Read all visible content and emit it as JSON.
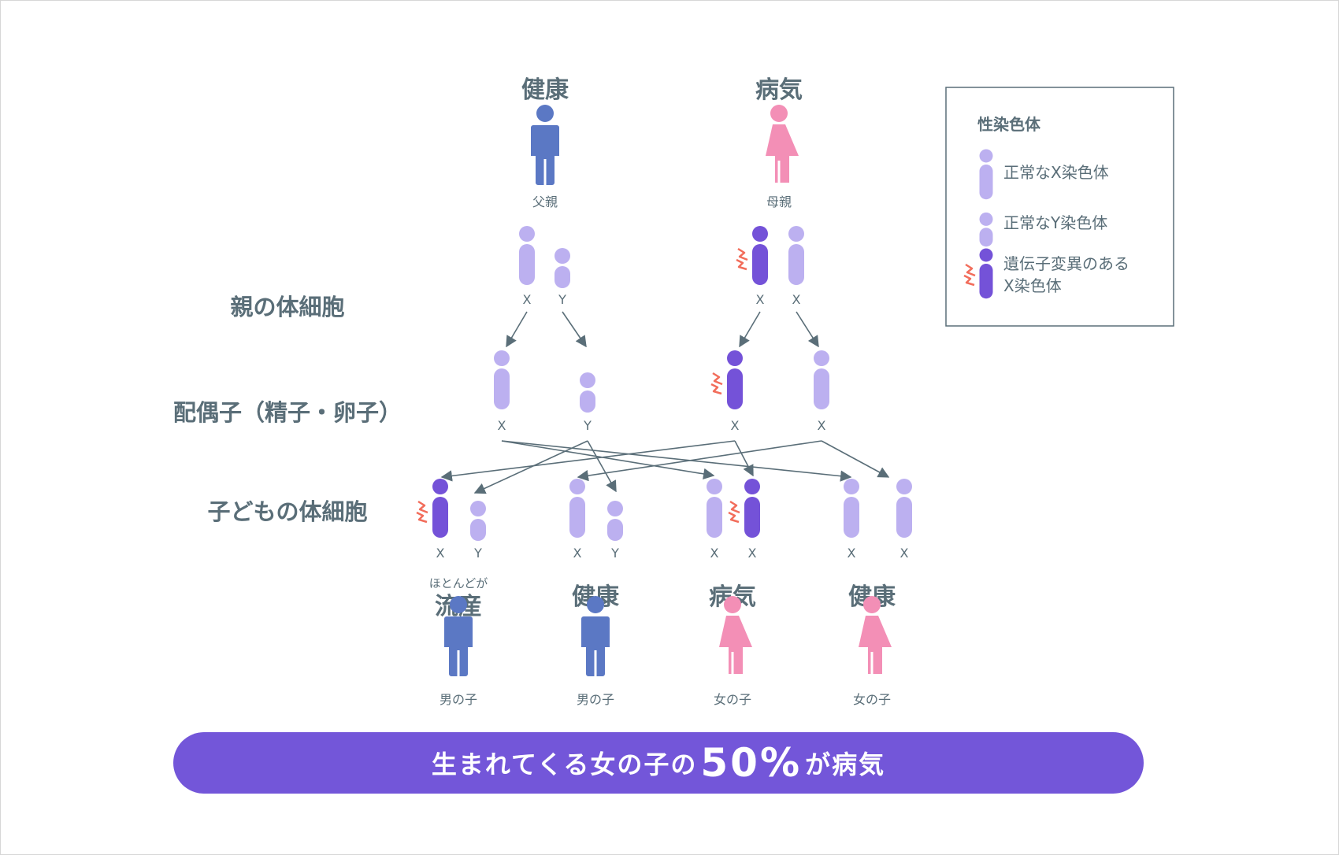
{
  "colors": {
    "male": "#5b78c4",
    "female": "#f38fb6",
    "normal_chromosome": "#bcb0f0",
    "mutant_chromosome": "#7452d8",
    "spark": "#f26d5b",
    "text": "#5a6e78",
    "banner": "#7356d9"
  },
  "parents": {
    "father": {
      "status": "健康",
      "role": "父親",
      "chromosomes": [
        "X",
        "Y"
      ]
    },
    "mother": {
      "status": "病気",
      "role": "母親",
      "chromosomes": [
        "X",
        "X"
      ]
    }
  },
  "rows": {
    "parent_cells": "親の体細胞",
    "gametes": "配偶子（精子・卵子）",
    "child_cells": "子どもの体細胞"
  },
  "gametes": [
    "X",
    "Y",
    "X",
    "X"
  ],
  "children": [
    {
      "note": "ほとんどが",
      "status": "流産",
      "sex": "男の子",
      "chromosomes": [
        "X",
        "Y"
      ]
    },
    {
      "note": "",
      "status": "健康",
      "sex": "男の子",
      "chromosomes": [
        "X",
        "Y"
      ]
    },
    {
      "note": "",
      "status": "病気",
      "sex": "女の子",
      "chromosomes": [
        "X",
        "X"
      ]
    },
    {
      "note": "",
      "status": "健康",
      "sex": "女の子",
      "chromosomes": [
        "X",
        "X"
      ]
    }
  ],
  "legend": {
    "title": "性染色体",
    "items": [
      {
        "icon": "normal-x-chromosome-icon",
        "label": "正常なX染色体"
      },
      {
        "icon": "normal-y-chromosome-icon",
        "label": "正常なY染色体"
      },
      {
        "icon": "mutant-x-chromosome-icon",
        "label_line1": "遺伝子変異のある",
        "label_line2": "X染色体"
      }
    ]
  },
  "banner": {
    "prefix": "生まれてくる女の子の",
    "percent": "50%",
    "suffix": "が病気"
  }
}
